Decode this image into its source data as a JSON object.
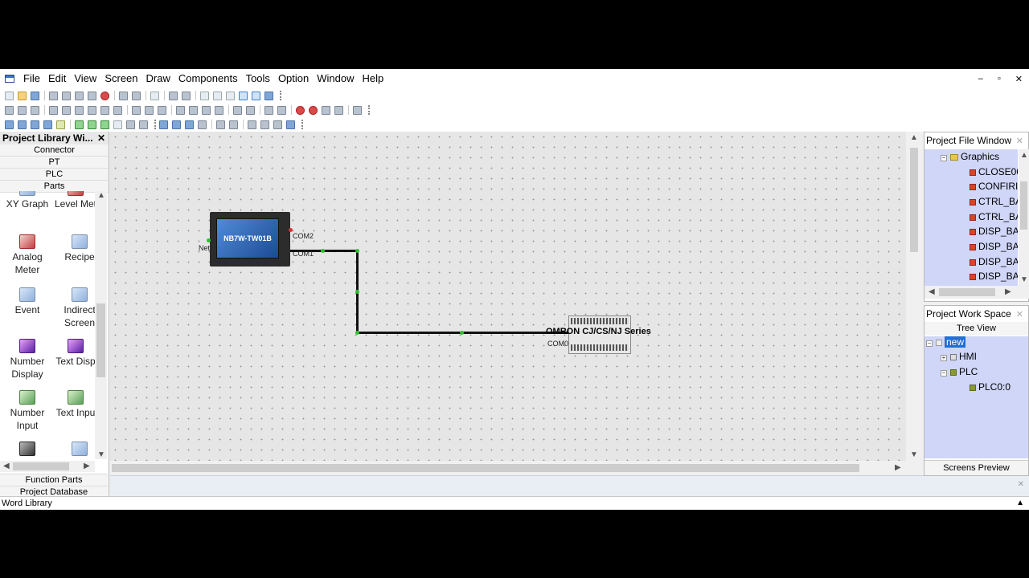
{
  "menu": [
    "File",
    "Edit",
    "View",
    "Screen",
    "Draw",
    "Components",
    "Tools",
    "Option",
    "Window",
    "Help"
  ],
  "window_controls": {
    "minimize": "–",
    "restore": "▫",
    "close": "✕"
  },
  "left_panel": {
    "title": "Project Library Wi...",
    "categories": [
      "Connector",
      "PT",
      "PLC",
      "Parts"
    ],
    "parts": [
      {
        "label": "XY Graph",
        "icon": "xy-graph-icon"
      },
      {
        "label": "Level Met",
        "icon": "level-meter-icon"
      },
      {
        "label": "Analog\nMeter",
        "icon": "analog-meter-icon"
      },
      {
        "label": "Recipe",
        "icon": "recipe-icon"
      },
      {
        "label": "Event",
        "icon": "event-icon"
      },
      {
        "label": "Indirect\nScreen",
        "icon": "indirect-screen-icon"
      },
      {
        "label": "Number\nDisplay",
        "icon": "number-display-icon"
      },
      {
        "label": "Text Disp",
        "icon": "text-display-icon"
      },
      {
        "label": "Number\nInput",
        "icon": "number-input-icon"
      },
      {
        "label": "Text Inpu",
        "icon": "text-input-icon"
      }
    ],
    "bottom_buttons": [
      "Function Parts",
      "Project Database"
    ]
  },
  "canvas": {
    "hmi": {
      "model": "NB7W-TW01B",
      "port_com2": "COM2",
      "port_com1": "COM1",
      "port_net": "Net"
    },
    "plc": {
      "label": "OMRON CJ/CS/NJ Series",
      "port": "COM0"
    }
  },
  "project_file_window": {
    "title": "Project File Window",
    "folder": "Graphics",
    "files": [
      "CLOSE00",
      "CONFIRI",
      "CTRL_BA",
      "CTRL_BA",
      "DISP_BA",
      "DISP_BA",
      "DISP_BA",
      "DISP_BA"
    ]
  },
  "project_work_space": {
    "title": "Project Work Space",
    "view_label": "Tree View",
    "root": "new",
    "children": [
      "HMI",
      "PLC"
    ],
    "plc_children": [
      "PLC0:0"
    ],
    "footer": "Screens Preview"
  },
  "status": "Word Library"
}
